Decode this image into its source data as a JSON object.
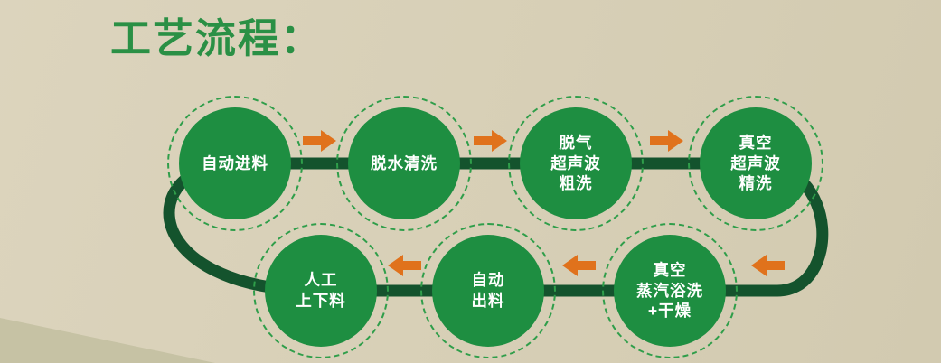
{
  "title": "工艺流程：",
  "colors": {
    "background": "#d7cfb6",
    "title_green": "#2a9045",
    "node_green": "#1e8e41",
    "ring_green": "#2f9e4a",
    "track_green": "#14532d",
    "arrow_orange": "#e0721c",
    "corner_decoration": "#c6c2a4"
  },
  "flow": {
    "direction": "clockwise loop: top row left-to-right, bottom row right-to-left",
    "nodes": [
      {
        "id": "auto-feed",
        "lines": [
          "自动进料"
        ]
      },
      {
        "id": "dewater-wash",
        "lines": [
          "脱水清洗"
        ]
      },
      {
        "id": "degas-ultrasonic-rough",
        "lines": [
          "脱气",
          "超声波",
          "粗洗"
        ]
      },
      {
        "id": "vacuum-ultrasonic-fine",
        "lines": [
          "真空",
          "超声波",
          "精洗"
        ]
      },
      {
        "id": "manual-load-unload",
        "lines": [
          "人工",
          "上下料"
        ]
      },
      {
        "id": "auto-discharge",
        "lines": [
          "自动",
          "出料"
        ]
      },
      {
        "id": "vacuum-steam-bath-dry",
        "lines": [
          "真空",
          "蒸汽浴洗",
          "+干燥"
        ]
      }
    ],
    "icons": {
      "right_arrow": "arrow-right-icon",
      "left_arrow": "arrow-left-icon"
    }
  }
}
